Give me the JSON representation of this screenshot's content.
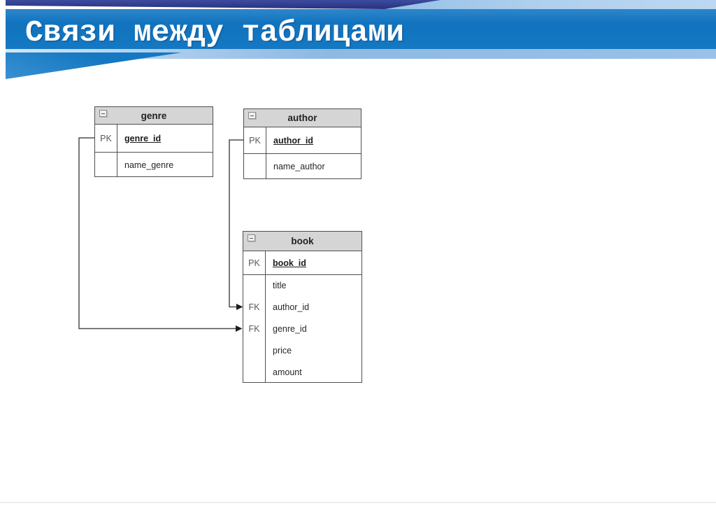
{
  "slide": {
    "title": "Связи между таблицами"
  },
  "theme": {
    "band_blue": "#1478c2",
    "navy_ribbon": "#2c3a8a",
    "stripe_light_blue": "#a9cdec",
    "under_band_stripe": "#8db9e3",
    "table_header_gray": "#d5d5d5",
    "table_border_gray": "#4f4f4f",
    "connector_gray": "#4d4d4d"
  },
  "diagram": {
    "tables": [
      {
        "title": "genre",
        "rows": [
          {
            "key": "PK",
            "field": "genre_id"
          },
          {
            "key": "",
            "field": "name_genre"
          }
        ]
      },
      {
        "title": "author",
        "rows": [
          {
            "key": "PK",
            "field": "author_id"
          },
          {
            "key": "",
            "field": "name_author"
          }
        ]
      },
      {
        "title": "book",
        "rows": [
          {
            "key": "PK",
            "field": "book_id"
          },
          {
            "key": "",
            "field": "title"
          },
          {
            "key": "FK",
            "field": "author_id"
          },
          {
            "key": "FK",
            "field": "genre_id"
          },
          {
            "key": "",
            "field": "price"
          },
          {
            "key": "",
            "field": "amount"
          }
        ]
      }
    ],
    "relationships": [
      {
        "from": "author.author_id",
        "to": "book.author_id"
      },
      {
        "from": "genre.genre_id",
        "to": "book.genre_id"
      }
    ],
    "icons": {
      "collapse_box": "minus-icon"
    }
  }
}
